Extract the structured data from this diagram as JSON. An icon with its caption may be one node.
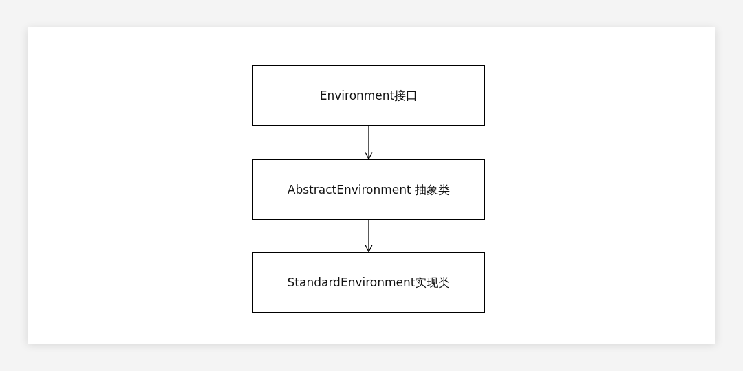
{
  "diagram": {
    "nodes": [
      {
        "text": [
          "Environment接口"
        ]
      },
      {
        "text": [
          "AbstractEnvironment 抽象类"
        ]
      },
      {
        "text": [
          "StandardEnvironment实现类"
        ]
      }
    ],
    "edges": [
      {
        "from": 0,
        "to": 1,
        "arrow": "to"
      },
      {
        "from": 1,
        "to": 2,
        "arrow": "to"
      }
    ]
  }
}
